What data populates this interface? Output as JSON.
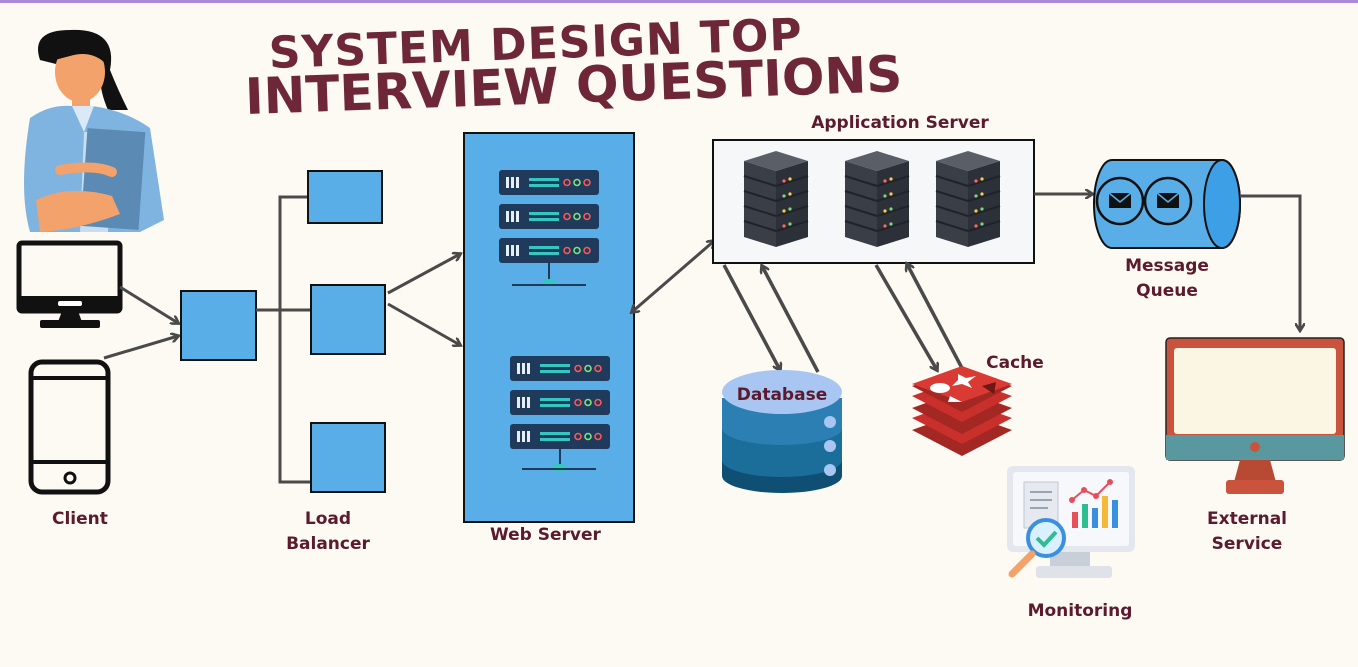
{
  "title": {
    "line1": "SYSTEM  DESIGN TOP",
    "line2": "INTERVIEW QUESTIONS"
  },
  "labels": {
    "client": "Client",
    "load_balancer_1": "Load",
    "load_balancer_2": "Balancer",
    "web_server": "Web Server",
    "application_server": "Application Server",
    "database": "Database",
    "cache": "Cache",
    "message_queue_1": "Message",
    "message_queue_2": "Queue",
    "external_service_1": "External",
    "external_service_2": "Service",
    "monitoring": "Monitoring"
  },
  "colors": {
    "title": "#6e2639",
    "label": "#5b1a2e",
    "box_fill": "#5aaee8",
    "arrow": "#4a4a4a",
    "redis": "#c9302c",
    "database_top": "#a9c6f3",
    "database_mid": "#2b7fb3",
    "database_bottom": "#0f4f74"
  },
  "icons": [
    "person-icon",
    "desktop-monitor-icon",
    "smartphone-icon",
    "rack-server-icon",
    "envelope-icon",
    "database-icon",
    "redis-cache-icon",
    "monitoring-dashboard-icon",
    "external-monitor-icon"
  ]
}
